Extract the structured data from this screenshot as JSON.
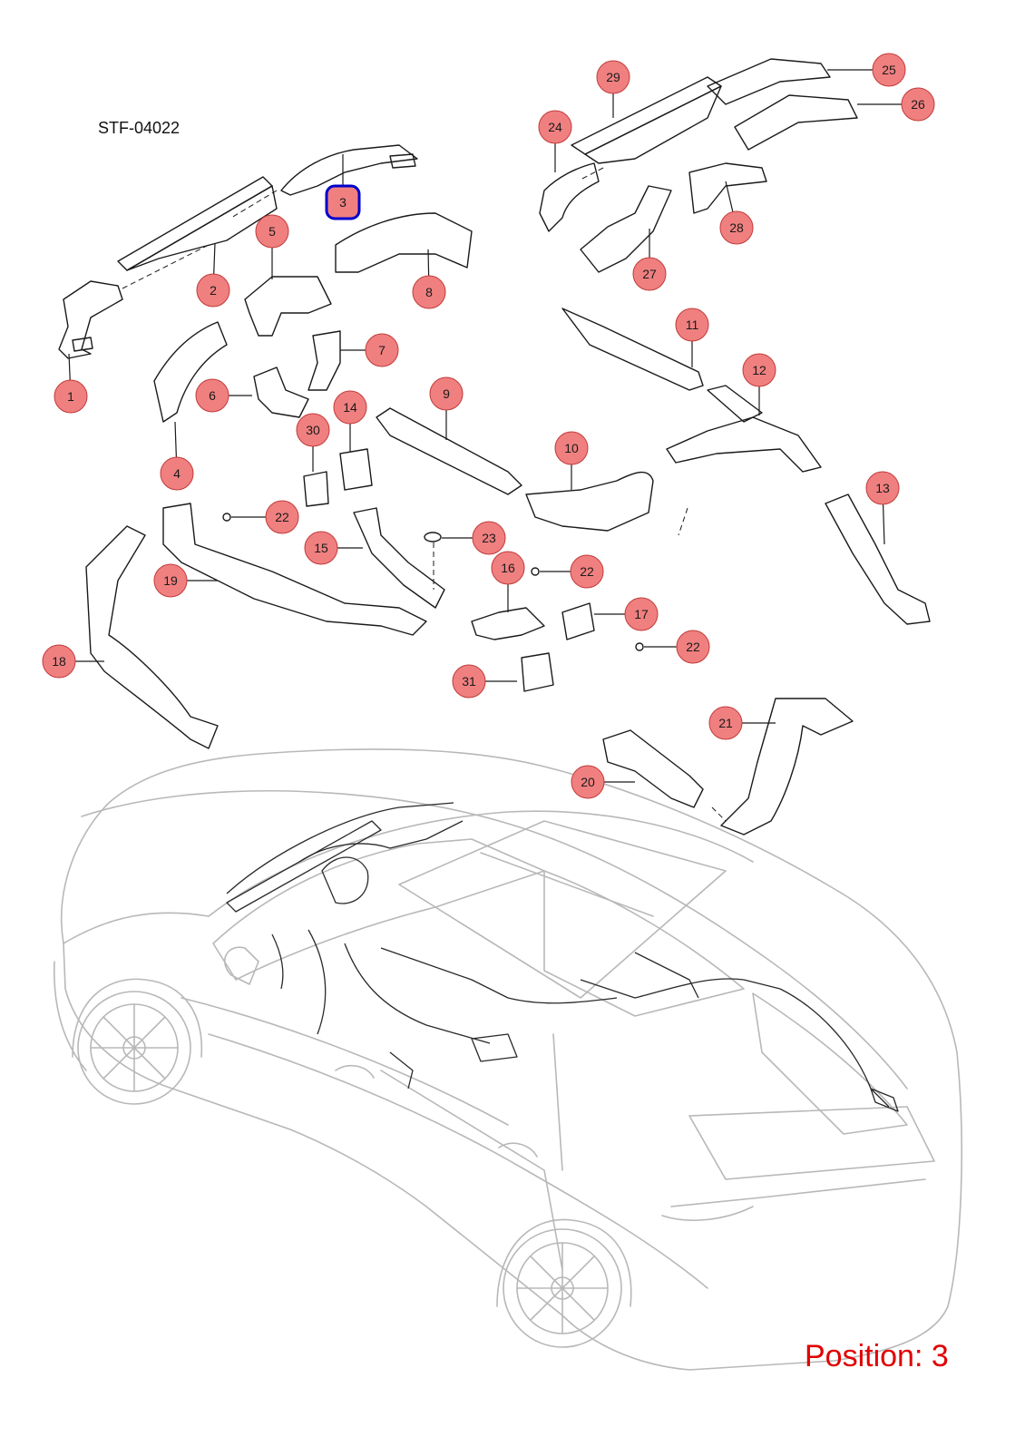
{
  "diagram": {
    "code": "STF-04022",
    "position_label": "Position: 3",
    "selected": "3",
    "colors": {
      "callout_fill": "#f08080",
      "callout_stroke": "#c23a3a",
      "selected_stroke": "#0000cc",
      "position_text": "#e00000",
      "part_line": "#1a1a1a",
      "vehicle_line": "#b8b8b8"
    },
    "callouts": [
      {
        "n": "1"
      },
      {
        "n": "2"
      },
      {
        "n": "3"
      },
      {
        "n": "4"
      },
      {
        "n": "5"
      },
      {
        "n": "6"
      },
      {
        "n": "7"
      },
      {
        "n": "8"
      },
      {
        "n": "9"
      },
      {
        "n": "10"
      },
      {
        "n": "11"
      },
      {
        "n": "12"
      },
      {
        "n": "13"
      },
      {
        "n": "14"
      },
      {
        "n": "15"
      },
      {
        "n": "16"
      },
      {
        "n": "17"
      },
      {
        "n": "18"
      },
      {
        "n": "19"
      },
      {
        "n": "20"
      },
      {
        "n": "21"
      },
      {
        "n": "22"
      },
      {
        "n": "22"
      },
      {
        "n": "22"
      },
      {
        "n": "23"
      },
      {
        "n": "24"
      },
      {
        "n": "25"
      },
      {
        "n": "26"
      },
      {
        "n": "27"
      },
      {
        "n": "28"
      },
      {
        "n": "29"
      },
      {
        "n": "30"
      },
      {
        "n": "31"
      }
    ]
  }
}
